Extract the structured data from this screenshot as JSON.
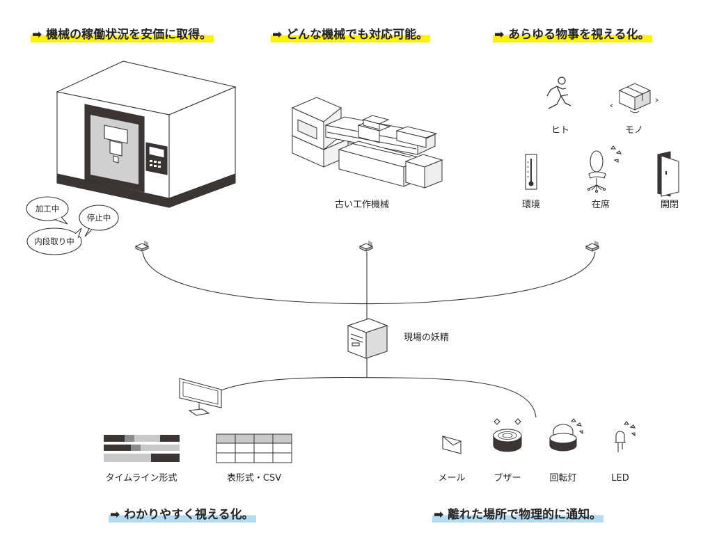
{
  "headlines": {
    "monitor_cheap": "➡ 機械の稼働状況を安価に取得。",
    "any_machine": "➡ どんな機械でも対応可能。",
    "visualize_anything": "➡ あらゆる物事を視える化。",
    "easy_visualize": "➡ わかりやすく視える化。",
    "physical_notify": "➡ 離れた場所で物理的に通知。"
  },
  "machine_states": [
    "加工中",
    "停止中",
    "内段取り中"
  ],
  "labels": {
    "old_machine": "古い工作機械",
    "hub": "現場の妖精",
    "person": "ヒト",
    "thing": "モノ",
    "environment": "環境",
    "presence": "在席",
    "open_close": "開閉",
    "timeline": "タイムライン形式",
    "table_csv": "表形式・CSV",
    "mail": "メール",
    "buzzer": "ブザー",
    "rotating_light": "回転灯",
    "led": "LED"
  },
  "colors": {
    "highlight_yellow": "#fff200",
    "highlight_blue": "#b3dcf2",
    "machine_dark": "#3b3634",
    "line": "#333333"
  }
}
